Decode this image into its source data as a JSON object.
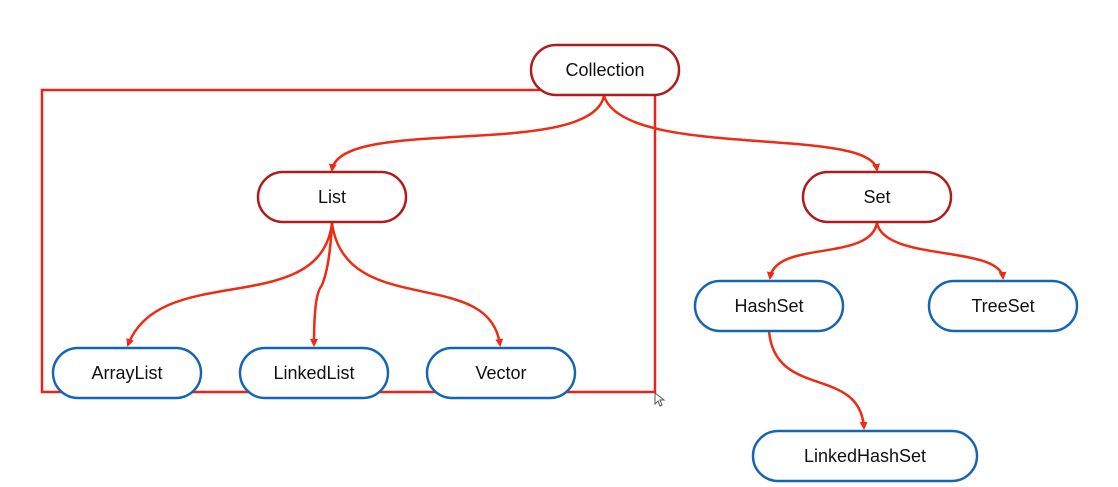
{
  "colors": {
    "interface_border": "#b01c1c",
    "class_border": "#1466b3",
    "arrow": "#ee2b14",
    "highlight_box": "#e8231a",
    "text": "#111111",
    "background": "#ffffff"
  },
  "nodes": {
    "collection": {
      "label": "Collection",
      "kind": "interface"
    },
    "list": {
      "label": "List",
      "kind": "interface"
    },
    "set": {
      "label": "Set",
      "kind": "interface"
    },
    "arraylist": {
      "label": "ArrayList",
      "kind": "class"
    },
    "linkedlist": {
      "label": "LinkedList",
      "kind": "class"
    },
    "vector": {
      "label": "Vector",
      "kind": "class"
    },
    "hashset": {
      "label": "HashSet",
      "kind": "class"
    },
    "treeset": {
      "label": "TreeSet",
      "kind": "class"
    },
    "linkedhashset": {
      "label": "LinkedHashSet",
      "kind": "class"
    }
  },
  "edges": [
    {
      "from": "Collection",
      "to": "List"
    },
    {
      "from": "Collection",
      "to": "Set"
    },
    {
      "from": "List",
      "to": "ArrayList"
    },
    {
      "from": "List",
      "to": "LinkedList"
    },
    {
      "from": "List",
      "to": "Vector"
    },
    {
      "from": "Set",
      "to": "HashSet"
    },
    {
      "from": "Set",
      "to": "TreeSet"
    },
    {
      "from": "HashSet",
      "to": "LinkedHashSet"
    }
  ],
  "cursor_icon": "mouse-pointer-icon"
}
